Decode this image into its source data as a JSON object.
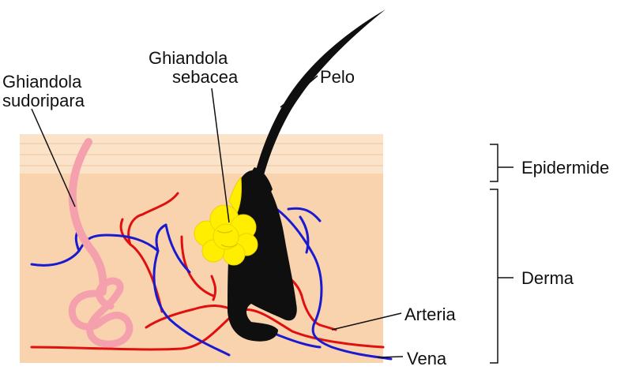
{
  "labels": {
    "sweat_gland_line1": "Ghiandola",
    "sweat_gland_line2": "sudoripara",
    "sebaceous_gland_line1": "Ghiandola",
    "sebaceous_gland_line2": "sebacea",
    "hair": "Pelo",
    "epidermis": "Epidermide",
    "dermis": "Derma",
    "artery": "Arteria",
    "vein": "Vena"
  },
  "colors": {
    "epidermis": "#fbe3c9",
    "dermis": "#f9d3ae",
    "hair": "#0f0f0f",
    "sebaceous_gland": "#ffee00",
    "sweat_gland": "#f5a0ad",
    "artery": "#e01010",
    "vein": "#1a1ad0",
    "leader": "#111111"
  }
}
